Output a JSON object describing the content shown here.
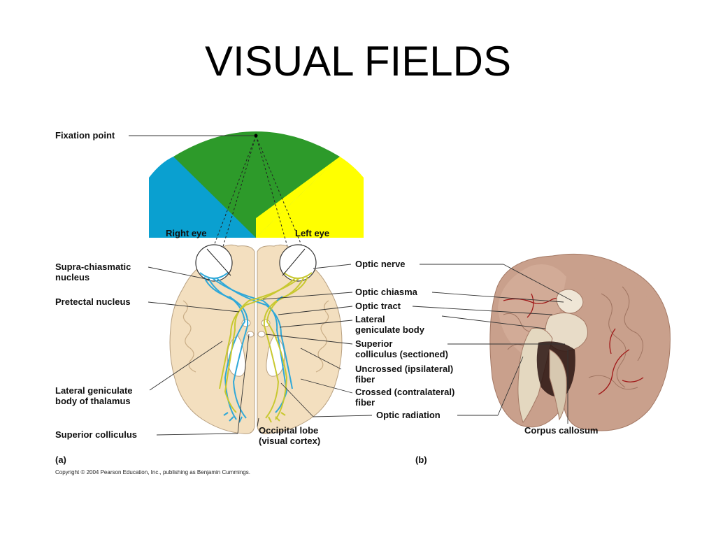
{
  "slide": {
    "title": "VISUAL FIELDS"
  },
  "panel_a": {
    "tag": "(a)",
    "field_labels": {
      "fixation": "Fixation point",
      "right_eye": "Right eye",
      "left_eye": "Left eye"
    },
    "left_labels": {
      "supra1": "Supra-chiasmatic",
      "supra2": "nucleus",
      "pretectal": "Pretectal nucleus",
      "lgb1": "Lateral geniculate",
      "lgb2": "body of thalamus",
      "sc": "Superior colliculus"
    },
    "right_labels": {
      "optic_nerve": "Optic nerve",
      "chiasma": "Optic chiasma",
      "tract": "Optic tract",
      "lat1": "Lateral",
      "lat2": "geniculate body",
      "sup1": "Superior",
      "sup2": "colliculus (sectioned)",
      "unc1": "Uncrossed (ipsilateral)",
      "unc2": "fiber",
      "cro1": "Crossed (contralateral)",
      "cro2": "fiber",
      "radiation": "Optic radiation"
    },
    "bottom_labels": {
      "occ1": "Occipital lobe",
      "occ2": "(visual cortex)"
    },
    "colors": {
      "blue_field": "#0aa0d0",
      "green_field": "#2d9a2a",
      "yellow_field": "#ffff00",
      "brain": "#f3dfbf",
      "blue_fiber": "#2fa8d8",
      "yellow_fiber": "#c8c830"
    }
  },
  "panel_b": {
    "tag": "(b)",
    "label": "Corpus callosum"
  },
  "copyright": "Copyright © 2004 Pearson Education, Inc., publishing as Benjamin Cummings."
}
